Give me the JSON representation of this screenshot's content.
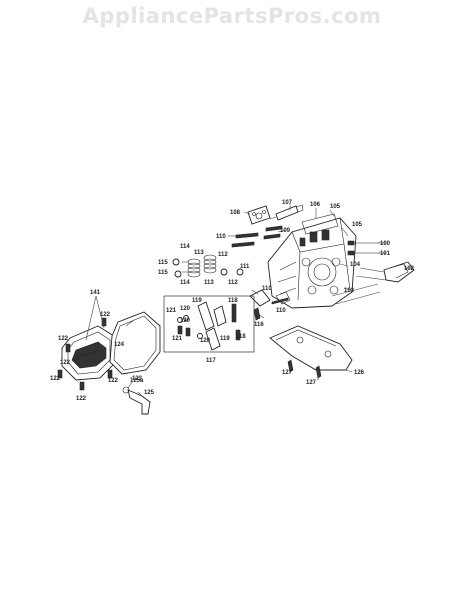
{
  "watermark": "AppliancePartsPros.com",
  "callouts": {
    "c107": "107",
    "c106": "106",
    "c105a": "105",
    "c105b": "105",
    "c108": "108",
    "c109": "109",
    "c110a": "110",
    "c110b": "110",
    "c110c": "110",
    "c100": "100",
    "c101": "101",
    "c102": "102",
    "c103": "103",
    "c104": "104",
    "c113a": "113",
    "c113b": "113",
    "c114a": "114",
    "c114b": "114",
    "c115a": "115",
    "c115b": "115",
    "c112a": "112",
    "c112b": "112",
    "c111": "111",
    "c116": "116",
    "c141": "141",
    "c122a": "122",
    "c122b": "122",
    "c122c": "122",
    "c122d": "122",
    "c122e": "122",
    "c124": "124",
    "c123": "123",
    "c125a": "125a",
    "c125": "125",
    "c119a": "119",
    "c119b": "119",
    "c118a": "118",
    "c118b": "118",
    "c120a": "120",
    "c120b": "120",
    "c121a": "121",
    "c121b": "121",
    "c117": "117",
    "c126": "126",
    "c127a": "127",
    "c127b": "127"
  }
}
